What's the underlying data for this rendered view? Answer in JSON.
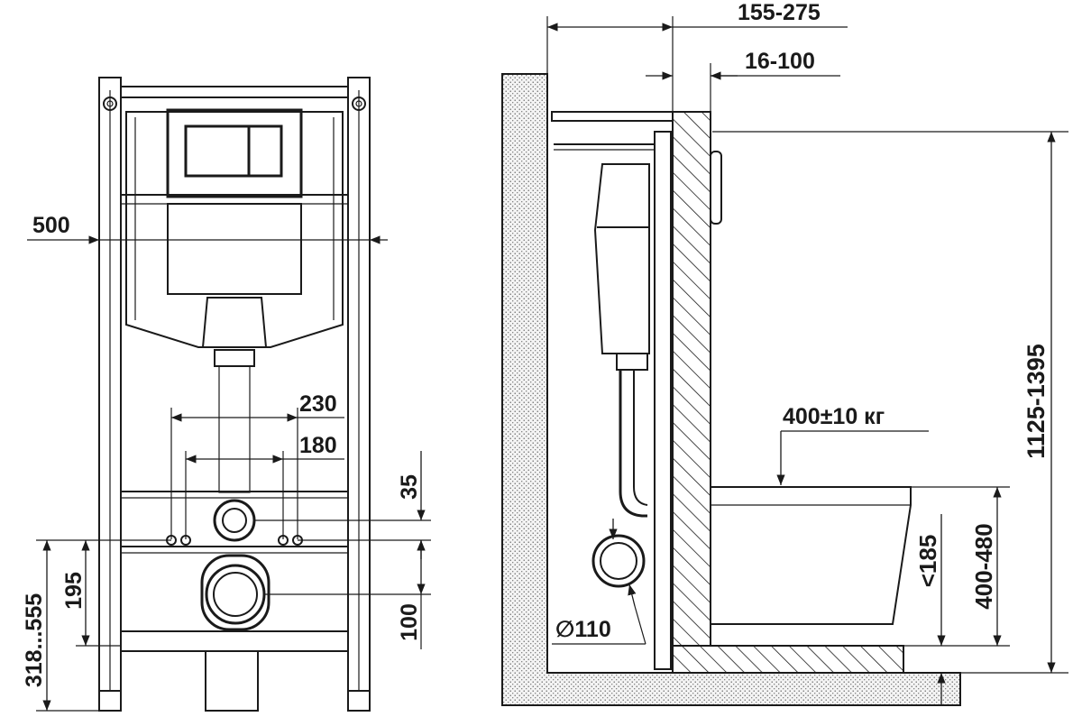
{
  "front_view": {
    "width_label": "500",
    "pipe_spacing_outer": "230",
    "pipe_spacing_inner": "180",
    "outlet_offset": "35",
    "bracket_height": "195",
    "frame_leg_range": "318...555",
    "drain_offset": "100"
  },
  "side_view": {
    "depth_range": "155-275",
    "wall_thickness_range": "16-100",
    "load_rating": "400±10 кг",
    "total_height_range": "1125-1395",
    "bowl_height_range": "400-480",
    "floor_clearance": "<185",
    "drain_diameter": "∅110"
  }
}
